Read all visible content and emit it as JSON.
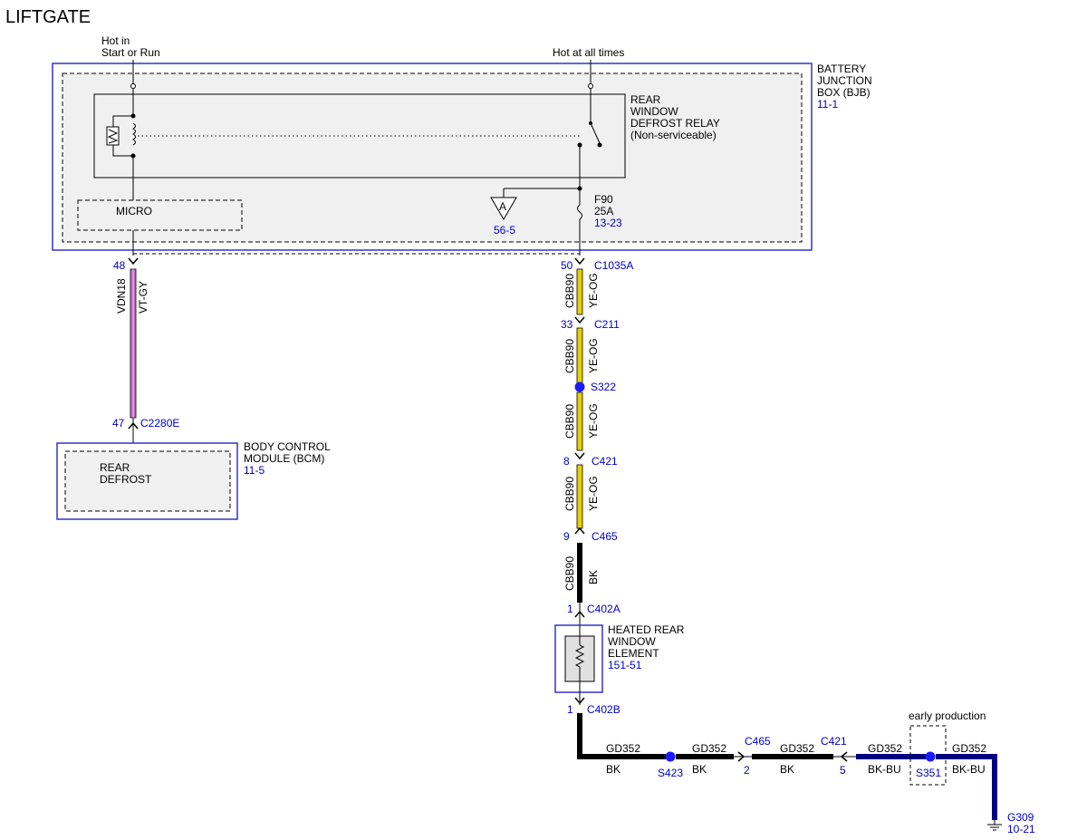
{
  "title": "LIFTGATE",
  "feeds": {
    "start_run_1": "Hot in",
    "start_run_2": "Start or Run",
    "hot_all": "Hot at all times"
  },
  "bjb": {
    "l1": "BATTERY",
    "l2": "JUNCTION",
    "l3": "BOX (BJB)",
    "ref": "11-1"
  },
  "relay": {
    "l1": "REAR",
    "l2": "WINDOW",
    "l3": "DEFROST RELAY",
    "l4": "(Non-serviceable)"
  },
  "micro": "MICRO",
  "fuse": {
    "name": "F90",
    "rating": "25A",
    "ref": "13-23"
  },
  "offpage": {
    "letter": "A",
    "ref": "56-5"
  },
  "bcm_circuit": {
    "pin_top": "48",
    "circuit": "VDN18",
    "color": "VT-GY",
    "pin_bottom": "47",
    "connector": "C2280E",
    "wire_hex": "#cc66cc"
  },
  "bcm": {
    "l1": "BODY CONTROL",
    "l2": "MODULE (BCM)",
    "ref": "11-5",
    "func1": "REAR",
    "func2": "DEFROST"
  },
  "main": {
    "c1035a_pin": "50",
    "c1035a": "C1035A",
    "c211_pin": "33",
    "c211": "C211",
    "s322": "S322",
    "c421_pin": "8",
    "c421": "C421",
    "c465_pin": "9",
    "c465": "C465",
    "c402a_pin": "1",
    "c402a": "C402A",
    "circuit": "CBB90",
    "color_yo": "YE-OG",
    "color_bk": "BK",
    "yo_hex": "#e8d000"
  },
  "element": {
    "l1": "HEATED REAR",
    "l2": "WINDOW",
    "l3": "ELEMENT",
    "ref": "151-51"
  },
  "ground": {
    "c402b_pin": "1",
    "c402b": "C402B",
    "circuit": "GD352",
    "s423": "S423",
    "bk": "BK",
    "c465": "C465",
    "c465_pin": "2",
    "c421": "C421",
    "c421_pin": "5",
    "bkbu": "BK-BU",
    "s351": "S351",
    "early": "early production",
    "g309": "G309",
    "g309_ref": "10-21",
    "bkbu_hex": "#000080"
  }
}
